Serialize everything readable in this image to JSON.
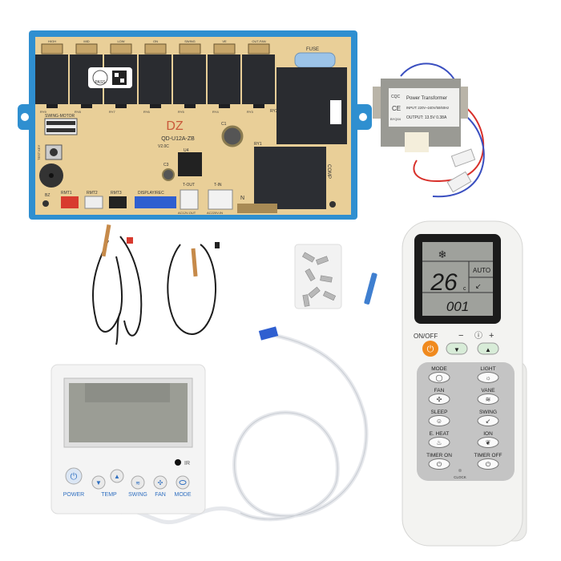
{
  "pcb": {
    "relay_connectors": [
      "HIGH",
      "MID",
      "LOW",
      "ON",
      "SWING",
      "VE",
      "OUT-FAN"
    ],
    "relay_labels": [
      "RY9",
      "RY8",
      "RY7",
      "RY6",
      "RY5",
      "RY4",
      "RY3"
    ],
    "fuse_label": "FUSE",
    "ry2_label": "RY2",
    "ry1_label": "RY1",
    "brand_mark": "DZ",
    "model": "QD-U12A-ZB",
    "version": "V2.0C",
    "swing_motor_label": "SWING-MOTOR",
    "test_key_label": "TEST KEY",
    "buzzer_label": "BZ",
    "cap_labels": [
      "C1",
      "C3"
    ],
    "regulator_label": "U4",
    "ports": [
      "RMT1",
      "RMT2",
      "RMT3",
      "DISPLAY/REC",
      "T-OUT",
      "T-IN"
    ],
    "port_sublabels": [
      "AC12V-OUT",
      "AC220V-IN"
    ],
    "comp_label": "COMP",
    "qc_sticker": "PASS",
    "n_label": "N"
  },
  "transformer": {
    "cert": "CQC",
    "ce": "CE",
    "code": "BYQ04",
    "title": "Power Transformer",
    "input": "INPUT: 220V~240V/50/60Hz",
    "output": "OUTPUT: 13.5V  0.38A"
  },
  "remote": {
    "display": {
      "temp": "26",
      "unit": "c",
      "mode": "AUTO",
      "counter": "001"
    },
    "on_off": "ON/OFF",
    "minus": "−",
    "info": "ⓘ",
    "plus": "+",
    "buttons": [
      {
        "label": "MODE",
        "icon": "mode-icon"
      },
      {
        "label": "LIGHT",
        "icon": "light-icon"
      },
      {
        "label": "FAN",
        "icon": "fan-icon"
      },
      {
        "label": "VANE",
        "icon": "vane-icon"
      },
      {
        "label": "SLEEP",
        "icon": "sleep-icon"
      },
      {
        "label": "SWING",
        "icon": "swing-icon"
      },
      {
        "label": "E. HEAT",
        "icon": "heat-icon"
      },
      {
        "label": "ION",
        "icon": "leaf-icon"
      },
      {
        "label": "TIMER ON",
        "icon": "timer-icon"
      },
      {
        "label": "TIMER OFF",
        "icon": "timer-icon"
      }
    ],
    "clock": "CLOCK"
  },
  "wall_panel": {
    "ir": "IR",
    "buttons": [
      "POWER",
      "TEMP",
      "SWING",
      "FAN",
      "MODE"
    ]
  },
  "colors": {
    "pcb_frame": "#2f8fd0",
    "pcb_board": "#e9cf98",
    "relay": "#2a2c30",
    "remote_power": "#f08a1e",
    "panel_blue": "#2f6fc0"
  }
}
